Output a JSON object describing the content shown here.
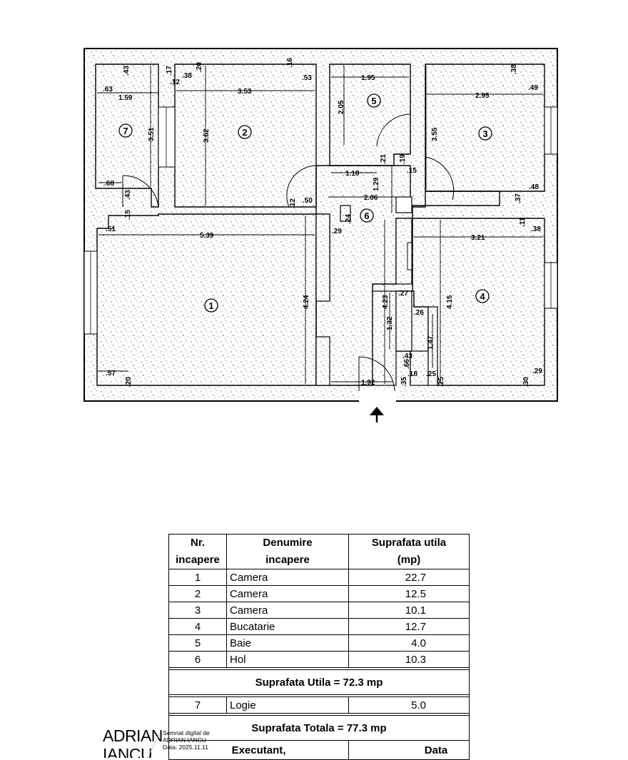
{
  "plan": {
    "rooms": [
      {
        "num": "1"
      },
      {
        "num": "2"
      },
      {
        "num": "3"
      },
      {
        "num": "4"
      },
      {
        "num": "5"
      },
      {
        "num": "6"
      },
      {
        "num": "7"
      }
    ],
    "dims": [
      ".63",
      "1.59",
      ".43",
      ".17",
      ".12",
      ".38",
      ".20",
      "3.53",
      ".16",
      ".53",
      "1.95",
      "2.05",
      ".38",
      ".49",
      "2.95",
      "3.51",
      "3.62",
      "3.55",
      ".21",
      ".19",
      ".15",
      "1.18",
      ".68",
      ".43",
      ".15",
      "1.29",
      ".48",
      ".37",
      ".50",
      ".12",
      "2.06",
      ".51",
      "5.39",
      ".29",
      ".24",
      ".11",
      ".38",
      "3.21",
      "4.24",
      "4.23",
      ".27",
      "4.15",
      "1.32",
      ".26",
      "1.47",
      ".43",
      ".66",
      ".57",
      ".20",
      "1.92",
      ".35",
      ".18",
      ".25",
      ".25",
      ".29",
      ".30"
    ]
  },
  "table": {
    "headers": [
      "Nr.\nincapere",
      "Denumire\nincapere",
      "Suprafata utila\n(mp)"
    ],
    "h1": [
      "Nr.",
      "Denumire",
      "Suprafata utila"
    ],
    "h2": [
      "incapere",
      "incapere",
      "(mp)"
    ],
    "rows": [
      {
        "nr": "1",
        "name": "Camera",
        "area": "22.7"
      },
      {
        "nr": "2",
        "name": "Camera",
        "area": "12.5"
      },
      {
        "nr": "3",
        "name": "Camera",
        "area": "10.1"
      },
      {
        "nr": "4",
        "name": "Bucatarie",
        "area": "12.7"
      },
      {
        "nr": "5",
        "name": "Baie",
        "area": "4.0"
      },
      {
        "nr": "6",
        "name": "Hol",
        "area": "10.3"
      }
    ],
    "useful_total": "Suprafata Utila = 72.3 mp",
    "extra_row": {
      "nr": "7",
      "name": "Logie",
      "area": "5.0"
    },
    "grand_total": "Suprafata Totala = 77.3 mp",
    "executant_label": "Executant,",
    "data_label": "Data"
  },
  "signature": {
    "name_line1": "ADRIAN",
    "name_line2": "IANCU",
    "note1": "Semnat digital de",
    "note2": "ADRIAN IANCU",
    "note3": "Data: 2025.11.11"
  }
}
